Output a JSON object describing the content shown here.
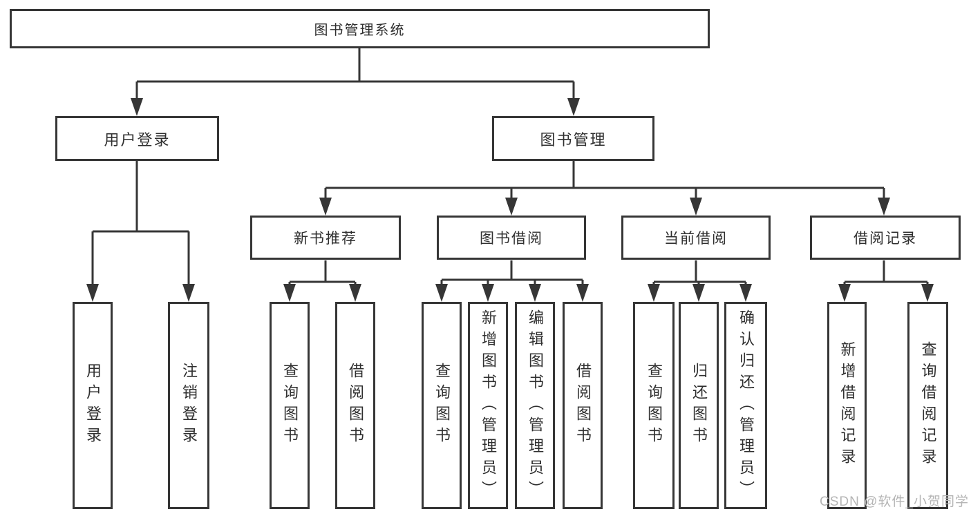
{
  "tree": {
    "label": "图书管理系统",
    "children": [
      {
        "label": "用户登录",
        "children": [
          {
            "label": "用户登录"
          },
          {
            "label": "注销登录"
          }
        ]
      },
      {
        "label": "图书管理",
        "children": [
          {
            "label": "新书推荐",
            "children": [
              {
                "label": "查询图书"
              },
              {
                "label": "借阅图书"
              }
            ]
          },
          {
            "label": "图书借阅",
            "children": [
              {
                "label": "查询图书"
              },
              {
                "label": "新增图书（管理员）"
              },
              {
                "label": "编辑图书（管理员）"
              },
              {
                "label": "借阅图书"
              }
            ]
          },
          {
            "label": "当前借阅",
            "children": [
              {
                "label": "查询图书"
              },
              {
                "label": "归还图书"
              },
              {
                "label": "确认归还（管理员）"
              }
            ]
          },
          {
            "label": "借阅记录",
            "children": [
              {
                "label": "新增借阅记录"
              },
              {
                "label": "查询借阅记录"
              }
            ]
          }
        ]
      }
    ]
  },
  "watermark": "CSDN @软件_小贺同学",
  "colors": {
    "line": "#363636",
    "text": "#2f2f2f",
    "watermark": "#b5b5b5",
    "background": "#ffffff"
  }
}
